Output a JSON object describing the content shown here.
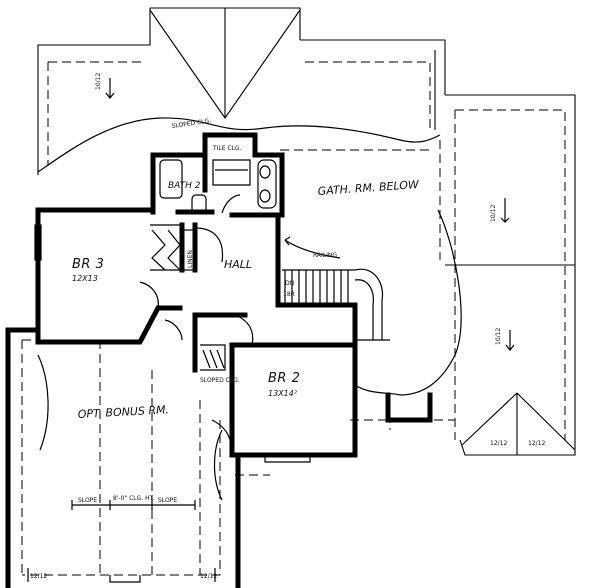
{
  "labels": {
    "sloped_clg_top": "SLOPED CLG.",
    "tile_clg": "TILE CLG.",
    "bath2": "BATH 2",
    "gath_rm": "GATH. RM. BELOW",
    "railing": "RAILING",
    "br3": "BR 3",
    "br3_size": "12X13",
    "linen": "LINEN",
    "hall": "HALL",
    "dn": "DN",
    "dn_steps": "18R",
    "br2": "BR 2",
    "br2_size": "13X14²",
    "sloped_clg_mid": "SLOPED CLG.",
    "bonus": "OPT. BONUS RM.",
    "slope_left": "SLOPE",
    "clg_height": "8'-0\" CLG. HT.",
    "slope_right": "SLOPE",
    "pitch": "10/12",
    "pitch_short": "12/12"
  }
}
